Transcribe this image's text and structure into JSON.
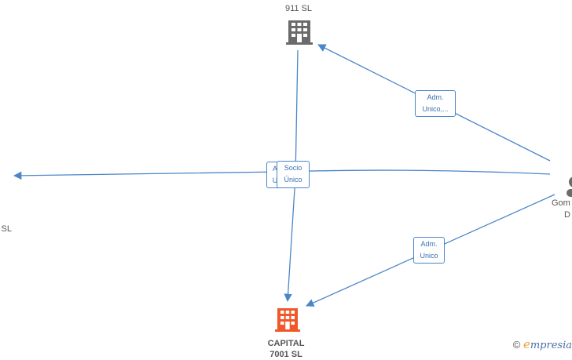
{
  "nodes": {
    "top": {
      "label": "911  SL"
    },
    "left": {
      "label": "l SL"
    },
    "bottom": {
      "label_line1": "CAPITAL",
      "label_line2": "7001  SL"
    },
    "right": {
      "label_line1": "Gom",
      "label_line2": "D"
    }
  },
  "edges": {
    "right_to_top": {
      "line1": "Adm.",
      "line2": "Unico,..."
    },
    "right_to_bottom": {
      "line1": "Adm.",
      "line2": "Unico"
    },
    "top_to_bottom": {
      "line1": "Socio",
      "line2": "Único"
    },
    "right_to_left": {
      "line1": "A",
      "line2": "U"
    }
  },
  "colors": {
    "edge": "#4a86c8",
    "company_gray": "#6b6b6b",
    "company_highlight": "#f0582a"
  },
  "brand": {
    "copyright": "©",
    "logo_initial": "e",
    "logo_rest": "mpresia"
  }
}
